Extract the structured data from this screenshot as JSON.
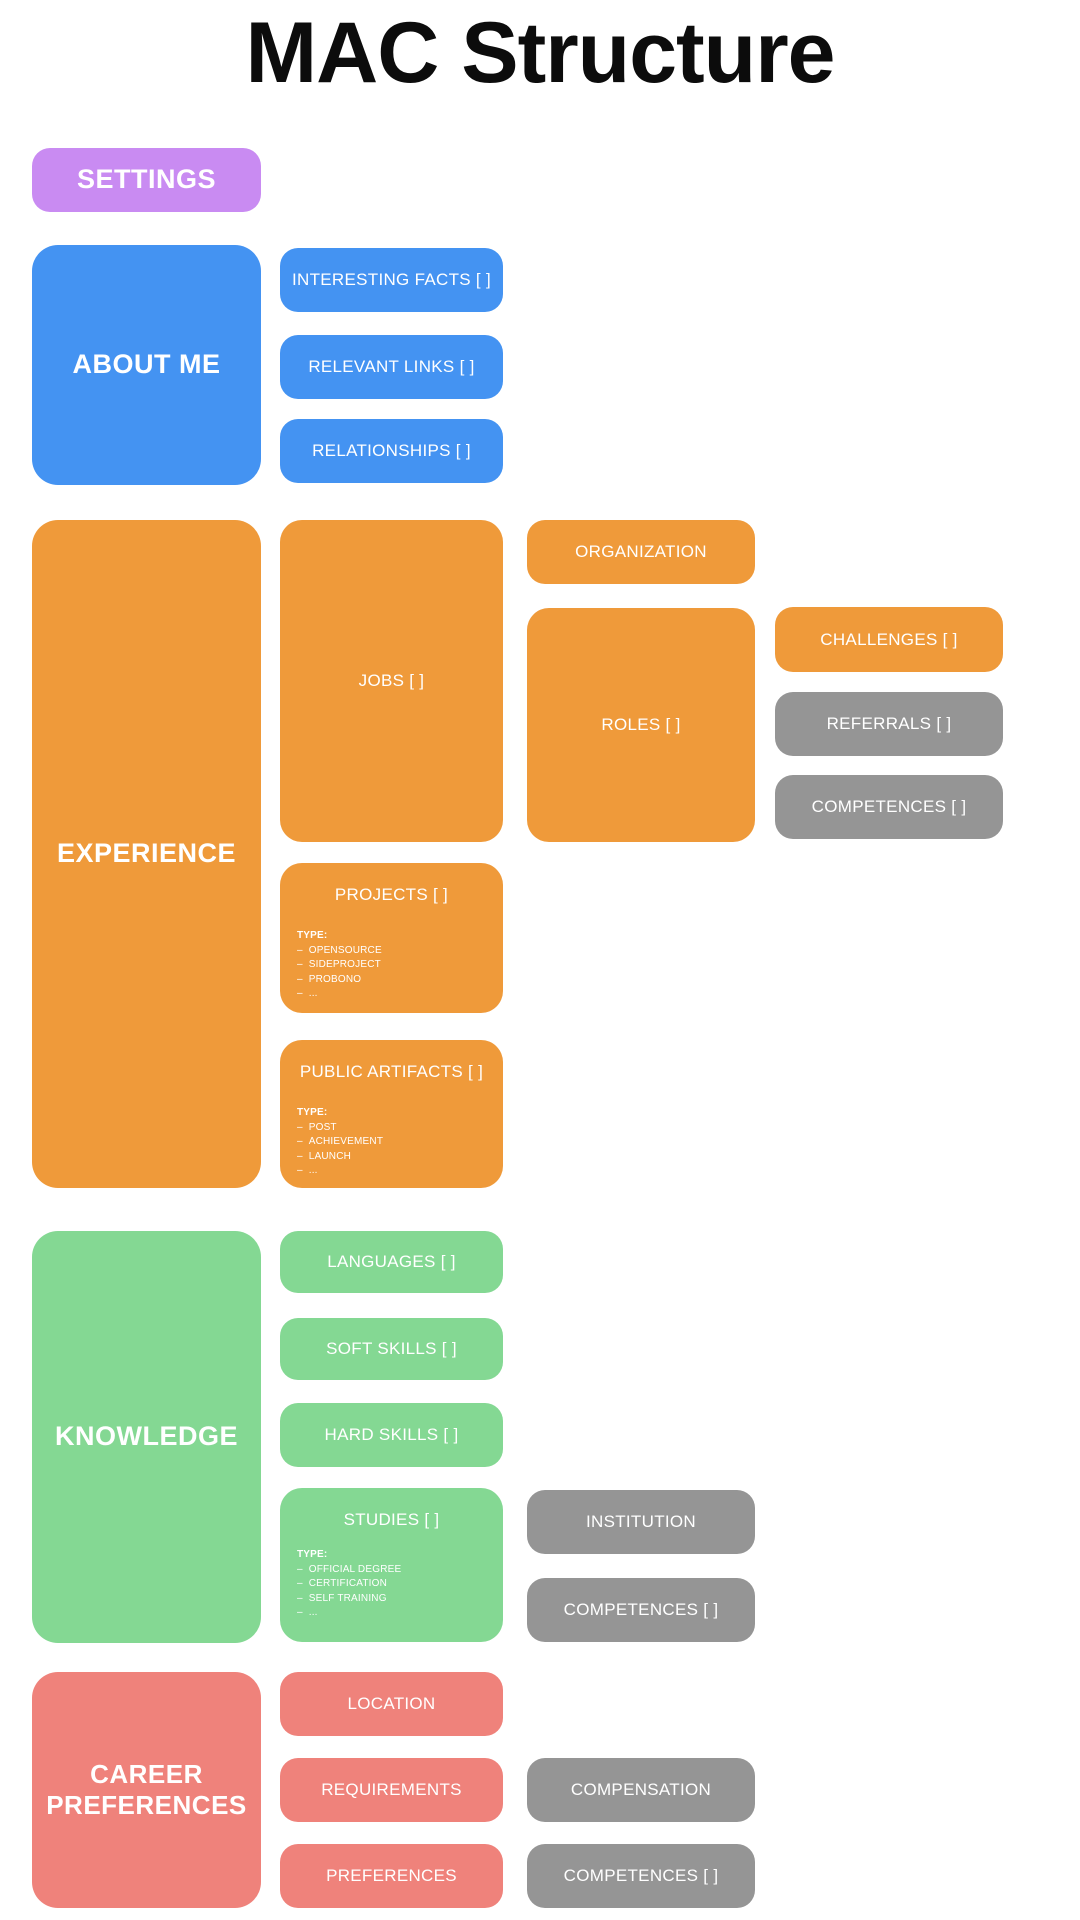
{
  "title": "MAC Structure",
  "colors": {
    "purple": "#c98bf2",
    "blue": "#4493f2",
    "orange": "#ef9a3a",
    "green": "#84d893",
    "salmon": "#ef827b",
    "gray": "#959595",
    "node_text": "#ffffff",
    "title_text": "#0c0c0c",
    "background": "#ffffff"
  },
  "nodes": {
    "settings": {
      "label": "SETTINGS"
    },
    "about_me": {
      "label": "ABOUT ME"
    },
    "interesting_facts": {
      "label": "INTERESTING FACTS [ ]"
    },
    "relevant_links": {
      "label": "RELEVANT LINKS [ ]"
    },
    "relationships": {
      "label": "RELATIONSHIPS [ ]"
    },
    "experience": {
      "label": "EXPERIENCE"
    },
    "jobs": {
      "label": "JOBS [ ]"
    },
    "organization": {
      "label": "ORGANIZATION"
    },
    "roles": {
      "label": "ROLES [ ]"
    },
    "challenges": {
      "label": "CHALLENGES [ ]"
    },
    "referrals": {
      "label": "REFERRALS [ ]"
    },
    "roles_competences": {
      "label": "COMPETENCES [ ]"
    },
    "projects": {
      "label": "PROJECTS [ ]",
      "type_label": "TYPE:",
      "types": [
        "OPENSOURCE",
        "SIDEPROJECT",
        "PROBONO",
        "..."
      ]
    },
    "public_artifacts": {
      "label": "PUBLIC ARTIFACTS [ ]",
      "type_label": "TYPE:",
      "types": [
        "POST",
        "ACHIEVEMENT",
        "LAUNCH",
        "..."
      ]
    },
    "knowledge": {
      "label": "KNOWLEDGE"
    },
    "languages": {
      "label": "LANGUAGES [ ]"
    },
    "soft_skills": {
      "label": "SOFT SKILLS [ ]"
    },
    "hard_skills": {
      "label": "HARD SKILLS [ ]"
    },
    "studies": {
      "label": "STUDIES [ ]",
      "type_label": "TYPE:",
      "types": [
        "OFFICIAL DEGREE",
        "CERTIFICATION",
        "SELF TRAINING",
        "..."
      ]
    },
    "institution": {
      "label": "INSTITUTION"
    },
    "studies_competences": {
      "label": "COMPETENCES [ ]"
    },
    "career_preferences": {
      "label": "CAREER PREFERENCES"
    },
    "location": {
      "label": "LOCATION"
    },
    "requirements": {
      "label": "REQUIREMENTS"
    },
    "preferences": {
      "label": "PREFERENCES"
    },
    "compensation": {
      "label": "COMPENSATION"
    },
    "preferences_competences": {
      "label": "COMPETENCES [ ]"
    }
  }
}
